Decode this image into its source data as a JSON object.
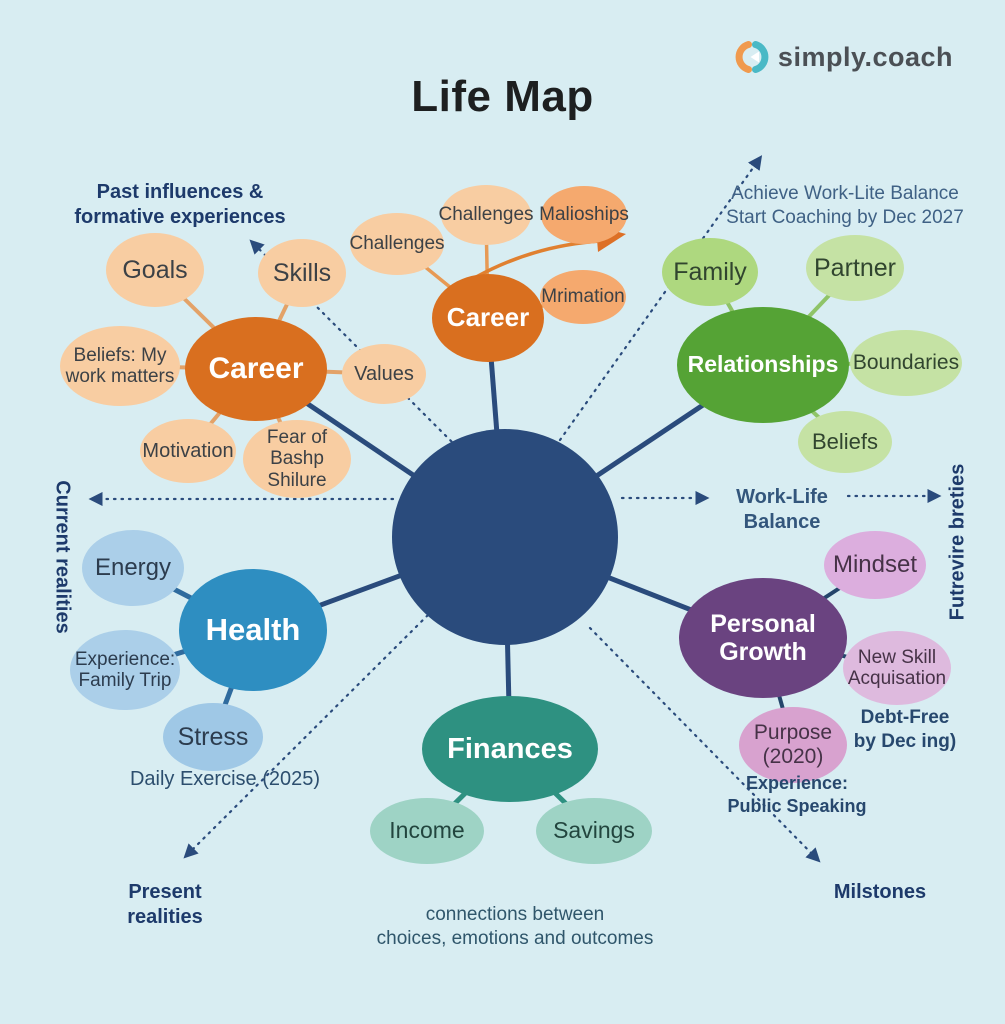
{
  "title": "Life Map",
  "brand": {
    "name": "simply.coach"
  },
  "colors": {
    "bg": "#d8edf2",
    "hub": "#2a4b7c",
    "career": "#d96f1f",
    "career-sat": "#f8cda2",
    "career-sat-deep": "#f5a96e",
    "rel": "#55a335",
    "rel-sat": "#c5e2a4",
    "health": "#2e8ec1",
    "health-sat": "#abcfe9",
    "fin": "#2e9181",
    "fin-sat": "#9ed3c5",
    "growth": "#6a4380",
    "growth-sat": "#dcaede",
    "navy": "#1d3a6b",
    "logo-orange": "#f09a4e",
    "logo-teal": "#4ab9c6"
  },
  "annotations": {
    "past_influences": "Past influences &\nformative experiences",
    "goal_note": "Achieve Work-Lite Balance\nStart Coaching by Dec 2027",
    "work_life_balance": "Work-Life Balance",
    "current_realities": "Current realities",
    "future_realities": "Futrevire breties",
    "present_realities": "Present realities",
    "milestones": "Milstones",
    "connections": "connections between\nchoices, emotions and outcomes",
    "daily_exercise": "Daily Exercise (2025)",
    "debt_free": "Debt-Free\nby Dec ing)",
    "experience_public": "Experience:\nPublic Speaking"
  },
  "nodes": {
    "hub": {
      "label": ""
    },
    "career_left": {
      "label": "Career"
    },
    "career_top": {
      "label": "Career"
    },
    "relationships": {
      "label": "Relationships"
    },
    "health": {
      "label": "Health"
    },
    "finances": {
      "label": "Finances"
    },
    "personal_growth": {
      "label": "Personal\nGrowth"
    },
    "goals": {
      "label": "Goals"
    },
    "skills": {
      "label": "Skills"
    },
    "beliefs_work": {
      "label": "Beliefs: My\nwork matters"
    },
    "motivation": {
      "label": "Motivation"
    },
    "fear": {
      "label": "Fear of\nBashp Shilure"
    },
    "values": {
      "label": "Values"
    },
    "challenges_left": {
      "label": "Challenges"
    },
    "challenges_top": {
      "label": "Challenges"
    },
    "malioships": {
      "label": "Malioships"
    },
    "mrimation": {
      "label": "Mrimation"
    },
    "family": {
      "label": "Family"
    },
    "partner": {
      "label": "Partner"
    },
    "boundaries": {
      "label": "Boundaries"
    },
    "beliefs_rel": {
      "label": "Beliefs"
    },
    "energy": {
      "label": "Energy"
    },
    "experience_family": {
      "label": "Experience:\nFamily Trip"
    },
    "stress": {
      "label": "Stress"
    },
    "income": {
      "label": "Income"
    },
    "savings": {
      "label": "Savings"
    },
    "mindset": {
      "label": "Mindset"
    },
    "new_skill": {
      "label": "New Skill\nAcquisation"
    },
    "purpose": {
      "label": "Purpose\n(2020)"
    }
  }
}
